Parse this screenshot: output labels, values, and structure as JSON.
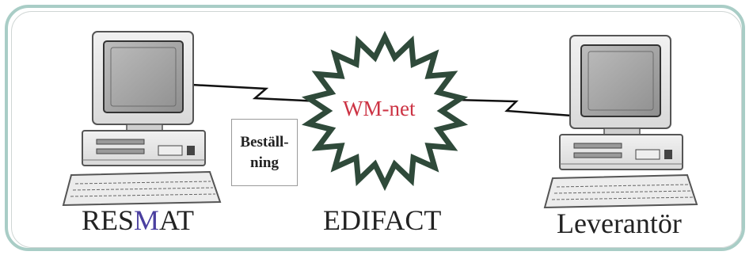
{
  "nodes": {
    "left": {
      "label_part1": "RES",
      "label_part2": "M",
      "label_part3": "AT"
    },
    "right": {
      "label": "Leverantör"
    }
  },
  "network": {
    "label": "WM-net",
    "standard": "EDIFACT"
  },
  "message": {
    "line1": "Beställ-",
    "line2": "ning"
  },
  "colors": {
    "frame": "#a9cdc6",
    "network_star": "#2f4a3a",
    "network_text": "#cc3344",
    "label_accent": "#4a3fa0"
  }
}
